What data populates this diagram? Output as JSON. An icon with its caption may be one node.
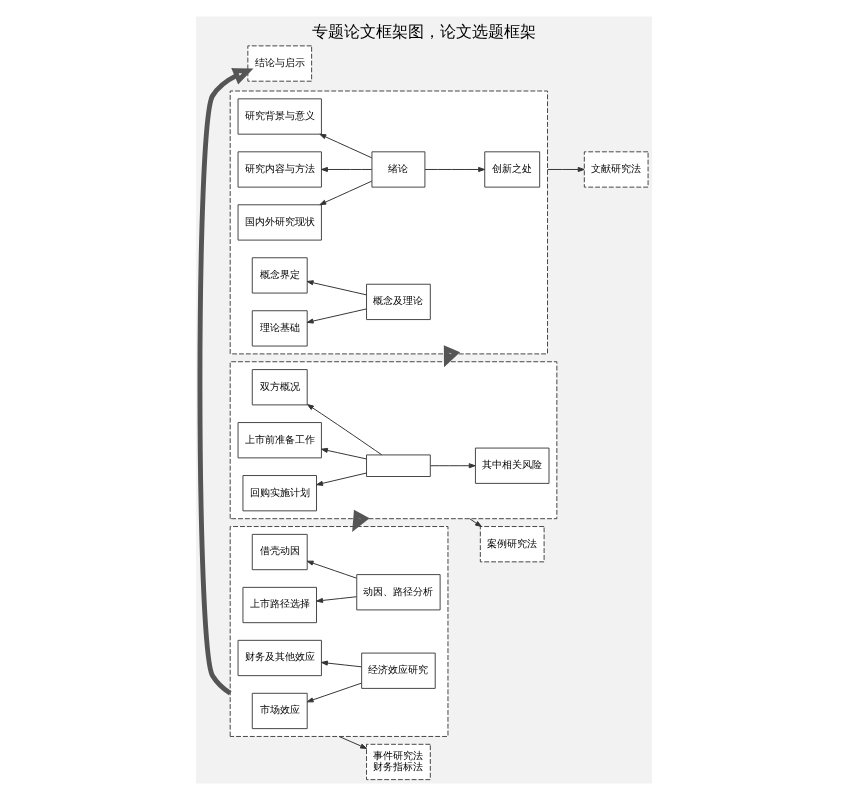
{
  "diagram": {
    "title": "专题论文框架图，论文选题框架",
    "nodes": [
      {
        "text": [],
        "shape": "box"
      },
      {
        "text": [
          "研究背景与意义"
        ],
        "in": 0
      },
      {
        "text": [
          "研究内容与方法"
        ],
        "in": 0
      },
      {
        "text": [
          "绪论"
        ],
        "in": 0
      },
      {
        "text": [
          "国内外研究现状"
        ],
        "in": 0
      },
      {
        "text": [
          "创新之处"
        ],
        "in": 0
      },
      {
        "text": [
          "概念界定"
        ],
        "in": 0
      },
      {
        "text": [
          "概念及理论"
        ],
        "in": 0
      },
      {
        "text": [
          "理论基础"
        ],
        "in": 0
      },
      {
        "text": [
          "文献研究法"
        ]
      },
      {
        "text": [],
        "shape": "box"
      },
      {
        "text": [
          "双方概况"
        ],
        "in": 10
      },
      {
        "text": [
          "上市前准备工作"
        ],
        "in": 10
      },
      {
        "text": [],
        "shape": "box",
        "in": 10
      },
      {
        "text": [
          "回购实施计划"
        ],
        "in": 10
      },
      {
        "text": [
          "其中相关风险"
        ],
        "in": 10
      },
      {
        "text": [
          "案例研究法"
        ]
      },
      {
        "text": [],
        "shape": "box"
      },
      {
        "text": [
          "借壳动因"
        ],
        "in": 17
      },
      {
        "text": [
          "动因、路径分析"
        ],
        "in": 17
      },
      {
        "text": [
          "上市路径选择"
        ],
        "in": 17
      },
      {
        "text": [
          "市场效应"
        ],
        "in": 17
      },
      {
        "text": [
          "经济效应研究"
        ],
        "in": 17
      },
      {
        "text": [
          "财务及其他效应"
        ],
        "in": 17
      },
      {
        "text": [
          "事件研究法",
          "财务指标法"
        ]
      },
      {
        "text": [
          "结论与启示"
        ]
      }
    ],
    "edges": [
      {
        "from": 3,
        "to": 1,
        "arrow": "to"
      },
      {
        "from": 3,
        "to": 4,
        "arrow": "to"
      },
      {
        "from": 3,
        "to": 2,
        "arrow": "to"
      },
      {
        "from": 3,
        "to": 5,
        "arrow": "to"
      },
      {
        "from": 7,
        "to": 6,
        "arrow": "to"
      },
      {
        "from": 7,
        "to": 8,
        "arrow": "to"
      },
      {
        "from": 0,
        "to": 9,
        "arrow": "to"
      },
      {
        "from": 0,
        "to": 10,
        "arrow": "to",
        "style": "thick"
      },
      {
        "from": 13,
        "to": 11,
        "arrow": "to"
      },
      {
        "from": 13,
        "to": 14,
        "arrow": "to"
      },
      {
        "from": 13,
        "to": 12,
        "arrow": "to"
      },
      {
        "from": 13,
        "to": 15,
        "arrow": "to"
      },
      {
        "from": 10,
        "to": 16,
        "arrow": "to"
      },
      {
        "from": 10,
        "to": 17,
        "arrow": "to",
        "style": "thick"
      },
      {
        "from": 19,
        "to": 18,
        "arrow": "to"
      },
      {
        "from": 19,
        "to": 20,
        "arrow": "to"
      },
      {
        "from": 22,
        "to": 21,
        "arrow": "to"
      },
      {
        "from": 22,
        "to": 23,
        "arrow": "to"
      },
      {
        "from": 17,
        "to": 24,
        "arrow": "to"
      },
      {
        "from": 17,
        "to": 25,
        "arrow": "to",
        "style": "thick"
      }
    ]
  }
}
